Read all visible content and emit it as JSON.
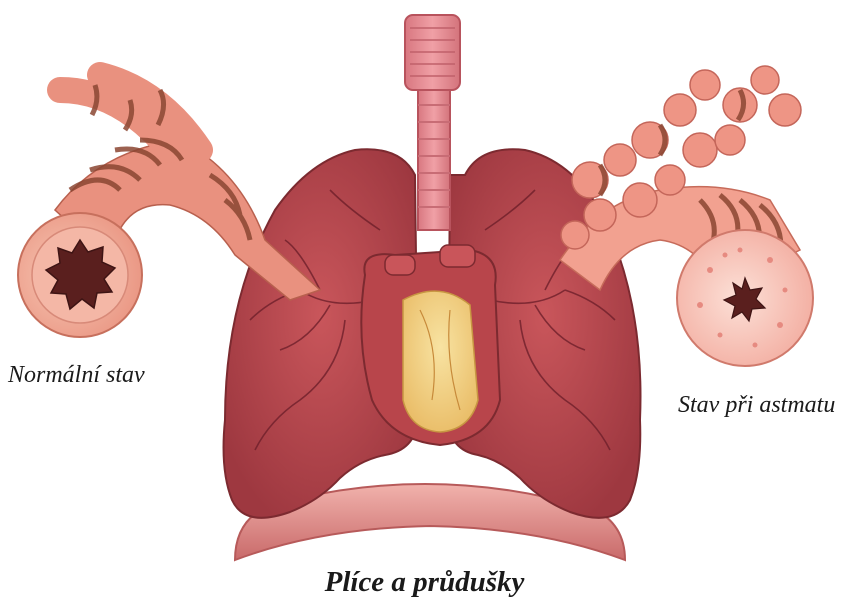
{
  "labels": {
    "normal": "Normální stav",
    "asthma": "Stav při astmatu",
    "title": "Plíce a průdušky"
  },
  "colors": {
    "lung": "#b5464b",
    "lung_dark": "#8a2b33",
    "trachea": "#e68c93",
    "heart": "#b8454b",
    "heart_front": "#f3d27e",
    "diaphragm": "#e59a95",
    "airway_outer": "#f0a491",
    "airway_muscle": "#8b4632",
    "airway_lumen": "#5a1f1e"
  },
  "icons": [
    "lungs-illustration",
    "normal-bronchus-icon",
    "asthma-bronchus-icon",
    "heart-icon",
    "trachea-icon"
  ]
}
